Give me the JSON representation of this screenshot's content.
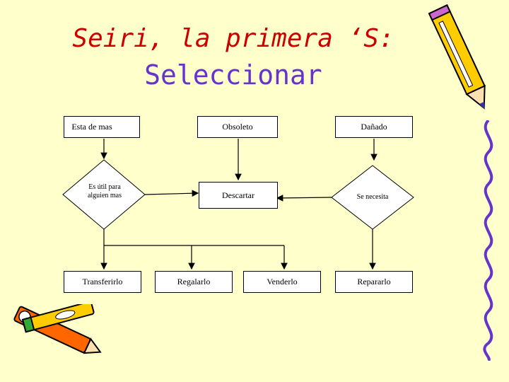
{
  "slide": {
    "title_line1": "Seiri, la primera ‘S:",
    "title_line2": "Seleccionar"
  },
  "diagram": {
    "nodes": {
      "extra": "Esta de mas",
      "obsolete": "Obsoleto",
      "damaged": "Dañado",
      "useful_q1": "Es útil para",
      "useful_q2": "alguien mas",
      "discard": "Descartar",
      "needed_q": "Se necesita",
      "transfer": "Transferirlo",
      "gift": "Regalarlo",
      "sell": "Venderlo",
      "repair": "Repararlo"
    }
  },
  "colors": {
    "background": "#FFFFCC",
    "title_red": "#CC0000",
    "title_purple": "#6633CC"
  },
  "decorations": [
    "pencil-icon",
    "crayons-icon",
    "squiggle-border"
  ]
}
